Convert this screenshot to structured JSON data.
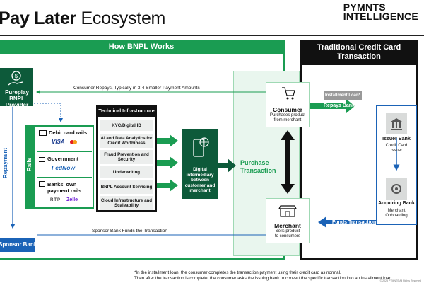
{
  "header": {
    "title_bold": "Pay Later",
    "title_rest": " Ecosystem",
    "logo_line1": "PYMNTS",
    "logo_line2": "INTELLIGENCE"
  },
  "sections": {
    "bnpl": "How BNPL Works",
    "tcc_line1": "Traditional Credit Card",
    "tcc_line2": "Transaction"
  },
  "provider": {
    "line1": "Pureplay BNPL",
    "line2": "Provider"
  },
  "flows": {
    "consumer_repays": "Consumer Repays, Typically in 3-4 Smaller Payment Amounts",
    "sponsor_funds": "Sponsor Bank Funds the Transaction",
    "repayment": "Repayment",
    "repays_bank": "Repays Bank",
    "funds_transaction": "Funds Transaction"
  },
  "sponsor_bank": "Sponsor Bank",
  "rails": {
    "label": "Rails",
    "items": [
      {
        "name": "Debit card rails",
        "brands": [
          "VISA"
        ]
      },
      {
        "name": "Government",
        "brands": [
          "FedNow"
        ]
      },
      {
        "name": "Banks' own payment rails",
        "brands": [
          "RTP",
          "Zelle"
        ]
      }
    ]
  },
  "tech": {
    "title": "Technical Infrastructure",
    "items": [
      "KYC/Digital ID",
      "AI and Data Analytics for Credit Worthiness",
      "Fraud Prevention and Security",
      "Underwriting",
      "BNPL Account Servicing",
      "Cloud Infrastructure and Scaleability"
    ]
  },
  "digital": {
    "line1": "Digital",
    "line2": "intermediary",
    "line3": "between",
    "line4": "customer and",
    "line5": "merchant"
  },
  "purchase": {
    "line1": "Purchase",
    "line2": "Transaction"
  },
  "consumer": {
    "title": "Consumer",
    "sub1": "Purchases product",
    "sub2": "from merchant"
  },
  "merchant": {
    "title": "Merchant",
    "sub1": "Sells product",
    "sub2": "to consumers"
  },
  "installment_loan": "Installment Loan*",
  "issuer": {
    "title": "Issuer Bank",
    "sub1": "Credit Card",
    "sub2": "Issuer"
  },
  "acquiring": {
    "title": "Acquiring Bank",
    "sub1": "Merchant",
    "sub2": "Onboarding"
  },
  "footnote": {
    "line1": "*In the installment loan, the consumer completes the transaction payment using their credit card as normal.",
    "line2": "Then after the transaction is complete, the consumer asks the issuing bank to convert the specific transaction into an installment loan."
  },
  "copyright": "© 2023 PYMNTS All Rights Reserved",
  "colors": {
    "green": "#1a9c52",
    "dark_green": "#0d5a3a",
    "blue": "#1b63b7",
    "black": "#111111"
  }
}
